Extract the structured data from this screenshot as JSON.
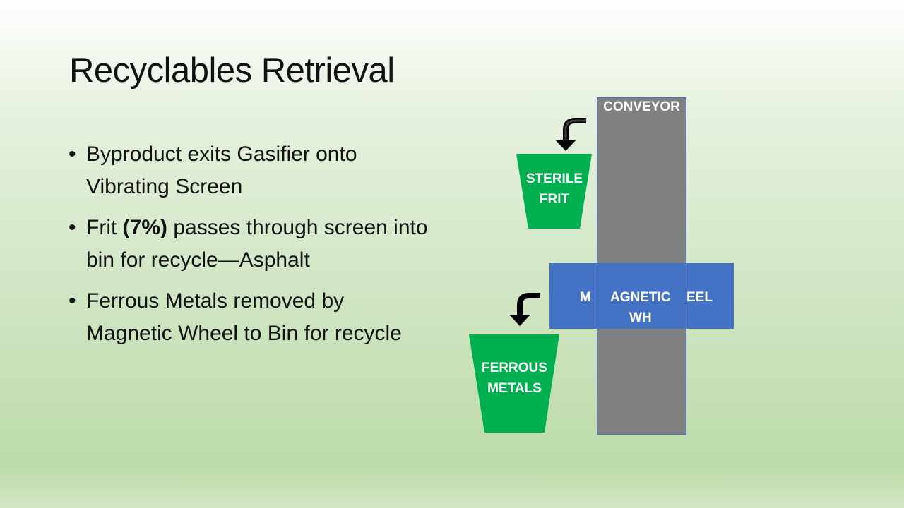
{
  "title": "Recyclables Retrieval",
  "bullets": {
    "b1": "Byproduct exits Gasifier onto Vibrating Screen",
    "b2_pre": "Frit ",
    "b2_bold": "(7%)",
    "b2_post": " passes through screen into bin for recycle—Asphalt",
    "b3": "Ferrous Metals removed by Magnetic Wheel to Bin for recycle"
  },
  "diagram": {
    "conveyor_label": "CONVEYOR",
    "wheel_m": "M",
    "wheel_agnetic": "AGNETIC",
    "wheel_eel": "EEL",
    "wheel_wh": "WH",
    "bin1_line1": "STERILE",
    "bin1_line2": "FRIT",
    "bin2_line1": "FERROUS",
    "bin2_line2": "METALS"
  },
  "colors": {
    "conveyor": "#808080",
    "wheel": "#4472c4",
    "bin": "#00b050",
    "arrow": "#000000"
  }
}
